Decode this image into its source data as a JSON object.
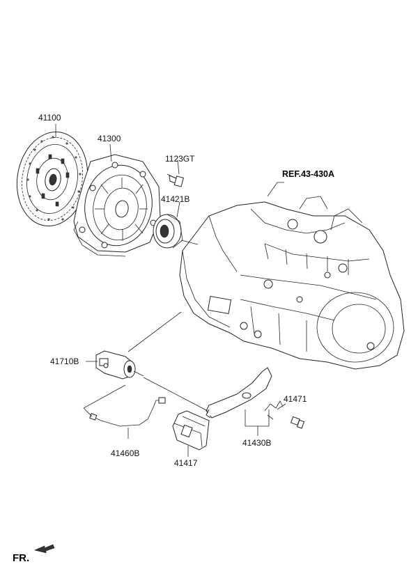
{
  "reference": "REF.43-430A",
  "front_marker": "FR.",
  "parts": {
    "clutch_disc": "41100",
    "clutch_cover": "41300",
    "bolt": "1123GT",
    "release_bearing": "41421B",
    "release_cylinder": "41710B",
    "clutch_tube": "41460B",
    "boot": "41417",
    "release_fork": "41430B",
    "fork_spring": "41471"
  }
}
